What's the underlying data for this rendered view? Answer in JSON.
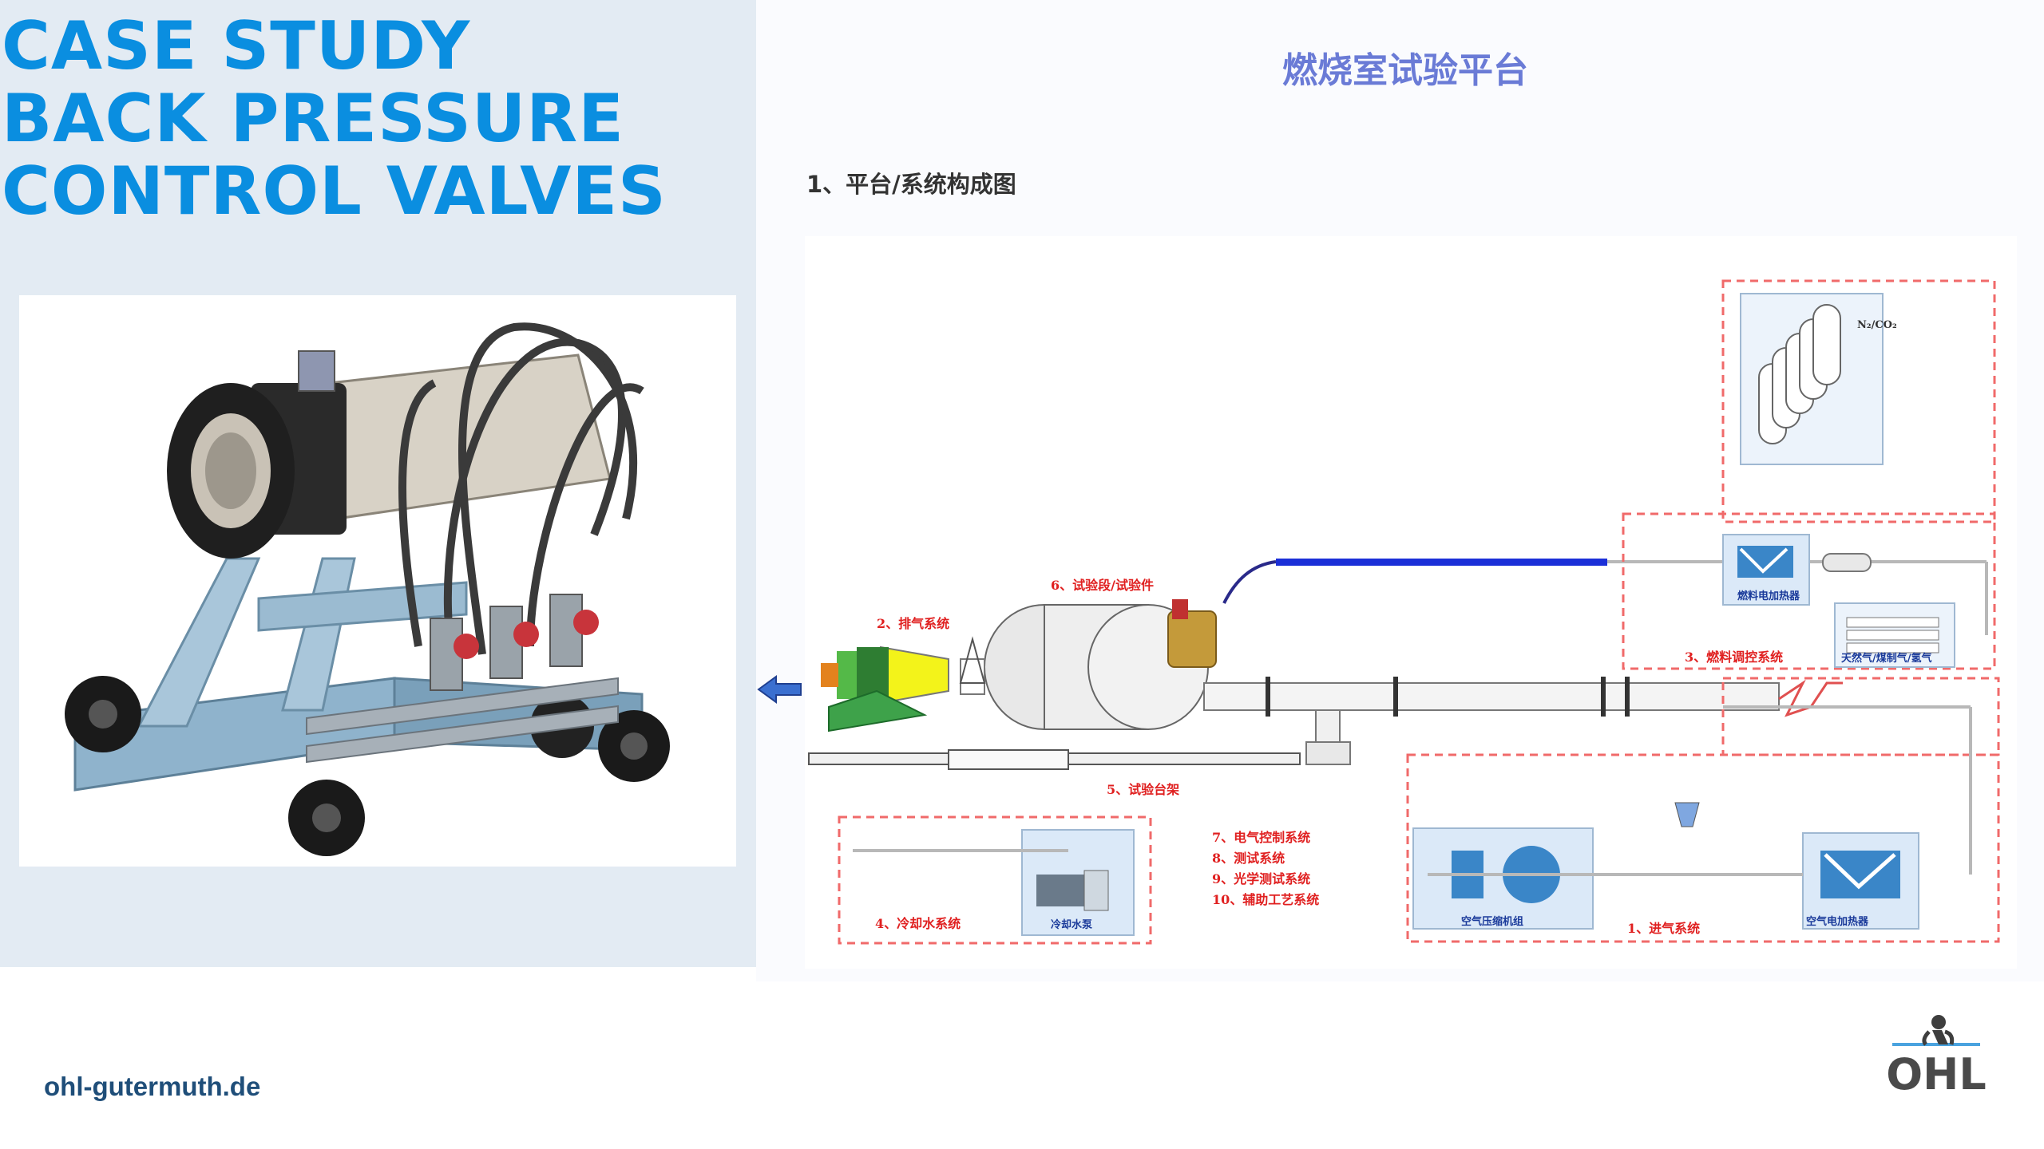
{
  "left": {
    "title_lines": [
      "CASE STUDY",
      "BACK PRESSURE",
      "CONTROL VALVES"
    ]
  },
  "right": {
    "title": "燃烧室试验平台",
    "subtitle": "1、平台/系统构成图",
    "diagram": {
      "labels": {
        "exhaust": "2、排气系统",
        "test_section": "6、试验段/试验件",
        "fuel": "3、燃料调控系统",
        "rig": "5、试验台架",
        "cooling": "4、冷却水系统",
        "intake": "1、进气系统",
        "electrical": "7、电气控制系统",
        "testing": "8、测试系统",
        "optical": "9、光学测试系统",
        "auxiliary": "10、辅助工艺系统"
      },
      "small": {
        "fuel_heater": "燃料电加热器",
        "gas_types": "天然气/煤制气/氢气",
        "cooling_pump": "冷却水泵",
        "air_compressor": "空气压缩机组",
        "air_heater": "空气电加热器",
        "n2co2": "N₂/CO₂"
      }
    }
  },
  "footer": {
    "url": "ohl-gutermuth.de",
    "logo_text": "OHL"
  },
  "colors": {
    "title_blue": "#0a8ee0",
    "panel_bg": "#e3ebf3",
    "chinese_title": "#6a7bd6",
    "footer_text": "#1f4e79",
    "diagram_red": "#e02020"
  }
}
